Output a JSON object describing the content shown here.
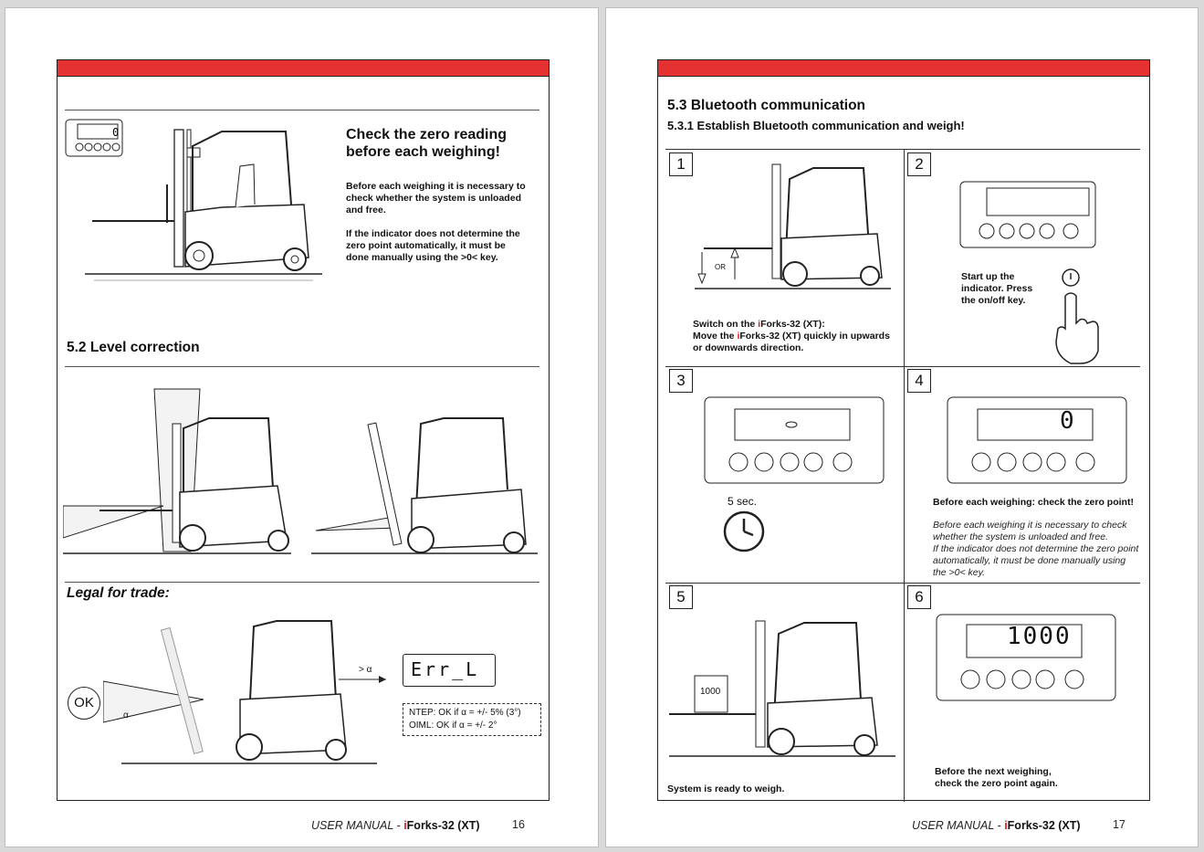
{
  "left_page": {
    "zero_title_1": "Check the zero reading",
    "zero_title_2": "before each weighing!",
    "zero_p1_1": "Before each weighing it is necessary to",
    "zero_p1_2": "check whether the system is unloaded",
    "zero_p1_3": "and free.",
    "zero_p2_1": "If the indicator does not determine the",
    "zero_p2_2": "zero point automatically, it must be",
    "zero_p2_3": "done manually using the >0< key.",
    "level_heading": "5.2  Level correction",
    "legal_heading": "Legal for trade:",
    "ok_label": "OK",
    "alpha": "α",
    "arrow_label": "> α",
    "err_display": "Err_L",
    "ntep": "NTEP: OK if  α = +/- 5% (3°)",
    "oiml": "OIML:  OK if  α = +/- 2°",
    "footer_text": "USER MANUAL - ",
    "footer_i": "i",
    "footer_model": "Forks-32 (XT)",
    "page_number": "16"
  },
  "right_page": {
    "heading": "5.3  Bluetooth communication",
    "subheading": "5.3.1  Establish Bluetooth communication and weigh!",
    "steps": [
      {
        "num": "1"
      },
      {
        "num": "2"
      },
      {
        "num": "3"
      },
      {
        "num": "4"
      },
      {
        "num": "5"
      },
      {
        "num": "6"
      }
    ],
    "step1_or": "OR",
    "step1_line1a": "Switch on the ",
    "step1_i": "i",
    "step1_model": "Forks-32 (XT)",
    "step1_line1b": ":",
    "step1_line2a": "Move the ",
    "step1_line2b": " quickly in upwards",
    "step1_line3": "or downwards direction.",
    "step2_line1": "Start up the",
    "step2_line2": "indicator. Press",
    "step2_line3": "the on/off key.",
    "step3_time": "5 sec.",
    "step4_display": "0",
    "step4_bold": "Before each weighing: check the zero point!",
    "step4_i1": "Before each weighing it is necessary to check",
    "step4_i2": "whether the system is unloaded and free.",
    "step4_i3": "If the indicator does not determine the zero point",
    "step4_i4": "automatically, it must be done manually using",
    "step4_i5": "the >0< key.",
    "step5_box": "1000",
    "step5_text": "System is ready to weigh.",
    "step6_display": "1000",
    "step6_line1": "Before the next weighing,",
    "step6_line2": "check the zero point again.",
    "footer_text": "USER MANUAL - ",
    "footer_i": "i",
    "footer_model": "Forks-32 (XT)",
    "page_number": "17"
  },
  "colors": {
    "accent_red": "#e53131",
    "brand_red": "#d42020"
  }
}
